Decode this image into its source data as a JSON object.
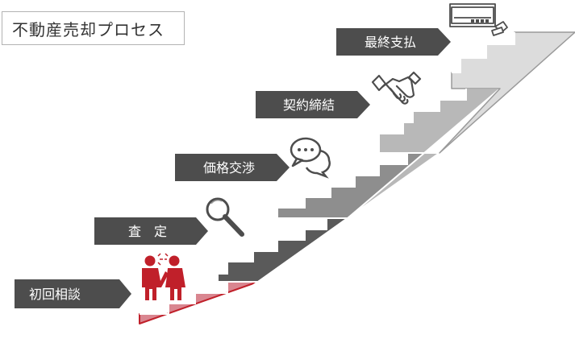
{
  "title": "不動産売却プロセス",
  "steps": [
    {
      "label": "初回相談",
      "icon": "consultation-people-icon"
    },
    {
      "label": "査　定",
      "icon": "magnifier-icon"
    },
    {
      "label": "価格交渉",
      "icon": "speech-bubble-icon"
    },
    {
      "label": "契約締結",
      "icon": "handshake-icon"
    },
    {
      "label": "最終支払",
      "icon": "payment-terminal-icon"
    }
  ],
  "colors": {
    "arrow": "#4d4d4d",
    "accent": "#c0202a",
    "accent_light": "#d98690",
    "step1": "#5a5a5a",
    "step2": "#707070",
    "step3": "#8e8e8e",
    "step4": "#b8b8b8",
    "step5": "#dcdcdc"
  }
}
